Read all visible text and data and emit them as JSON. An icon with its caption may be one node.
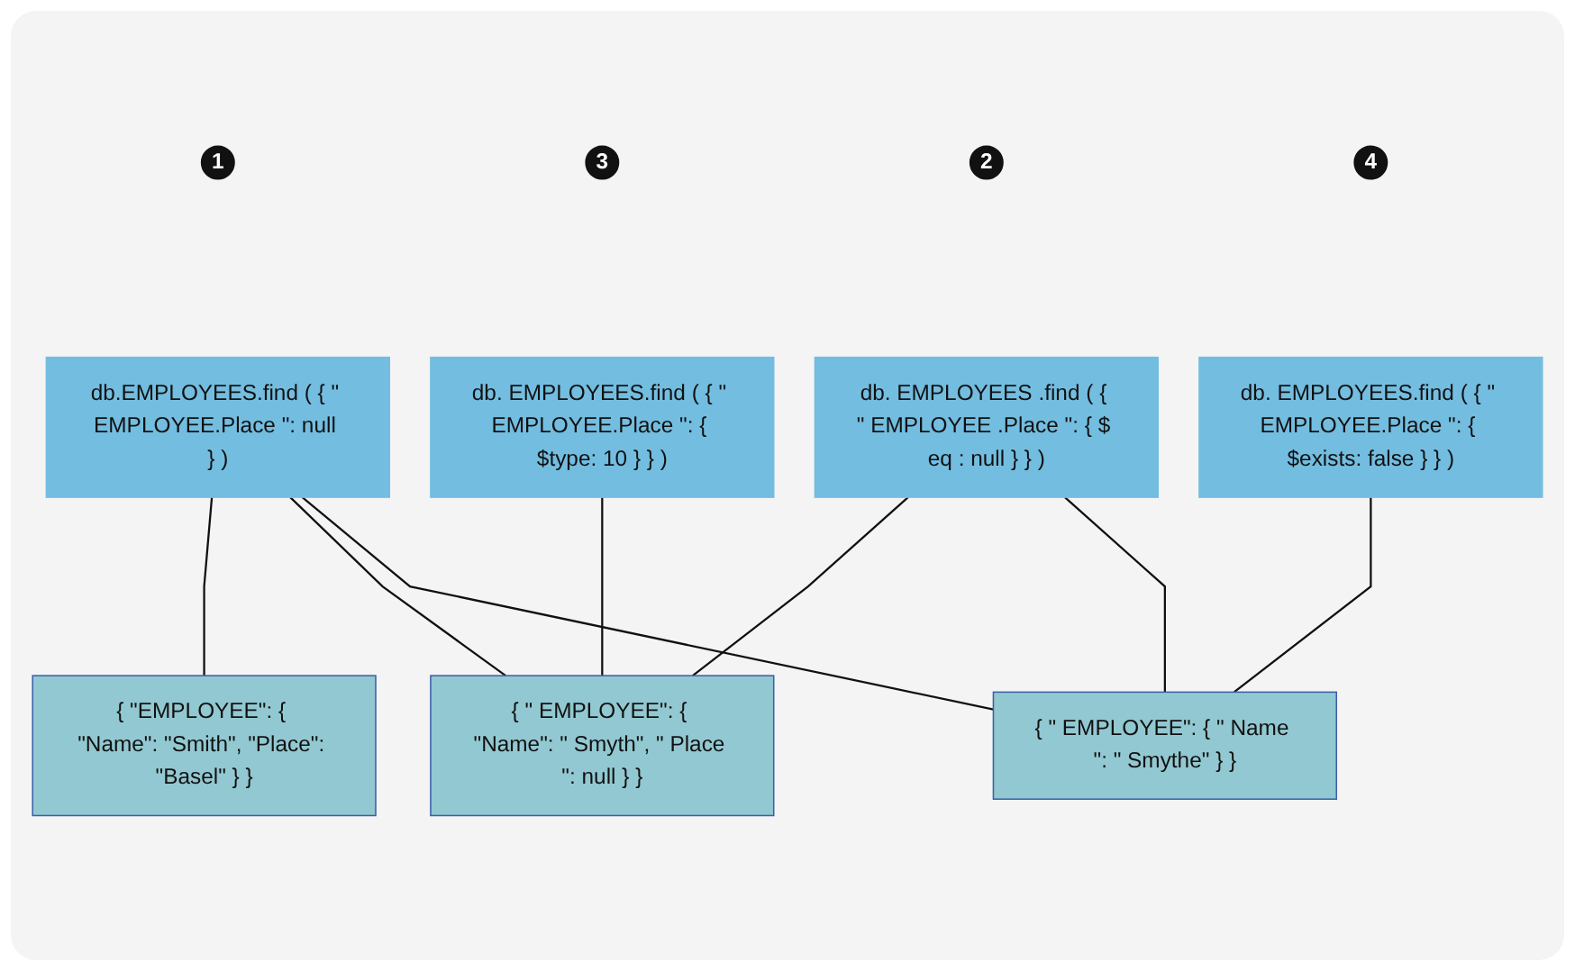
{
  "diagram": {
    "nodes": [
      {
        "text": [
          "1"
        ]
      },
      {
        "text": [
          "db.EMPLOYEES.find ( { \" EMPLOYEE.Place \": null } )"
        ]
      },
      {
        "text": [
          "2"
        ]
      },
      {
        "text": [
          "db. EMPLOYEES .find ( { \" EMPLOYEE .Place \": { $ eq : null } } )"
        ]
      },
      {
        "text": [
          "3"
        ]
      },
      {
        "text": [
          "db. EMPLOYEES.find ( { \" EMPLOYEE.Place \": { $type: 10 } } )"
        ]
      },
      {
        "text": [
          "4"
        ]
      },
      {
        "text": [
          "db. EMPLOYEES.find ( { \" EMPLOYEE.Place \": { $exists: false } } )"
        ]
      },
      {
        "text": [
          "{ \"EMPLOYEE\": { \"Name\": \"Smith\", \"Place\": \"Basel\" } }"
        ]
      },
      {
        "text": [
          "{ \" EMPLOYEE\": { \"Name\": \" Smyth\", \" Place \": null } }"
        ]
      },
      {
        "text": [
          "{ \" EMPLOYEE\": { \" Name \": \" Smythe\" } }"
        ]
      }
    ],
    "edges": [
      {
        "from": 1,
        "to": 8,
        "arrow": "none"
      },
      {
        "from": 1,
        "to": 9,
        "arrow": "none"
      },
      {
        "from": 1,
        "to": 10,
        "arrow": "none"
      },
      {
        "from": 3,
        "to": 9,
        "arrow": "none"
      },
      {
        "from": 3,
        "to": 10,
        "arrow": "none"
      },
      {
        "from": 5,
        "to": 9,
        "arrow": "none"
      },
      {
        "from": 7,
        "to": 10,
        "arrow": "none"
      }
    ]
  }
}
